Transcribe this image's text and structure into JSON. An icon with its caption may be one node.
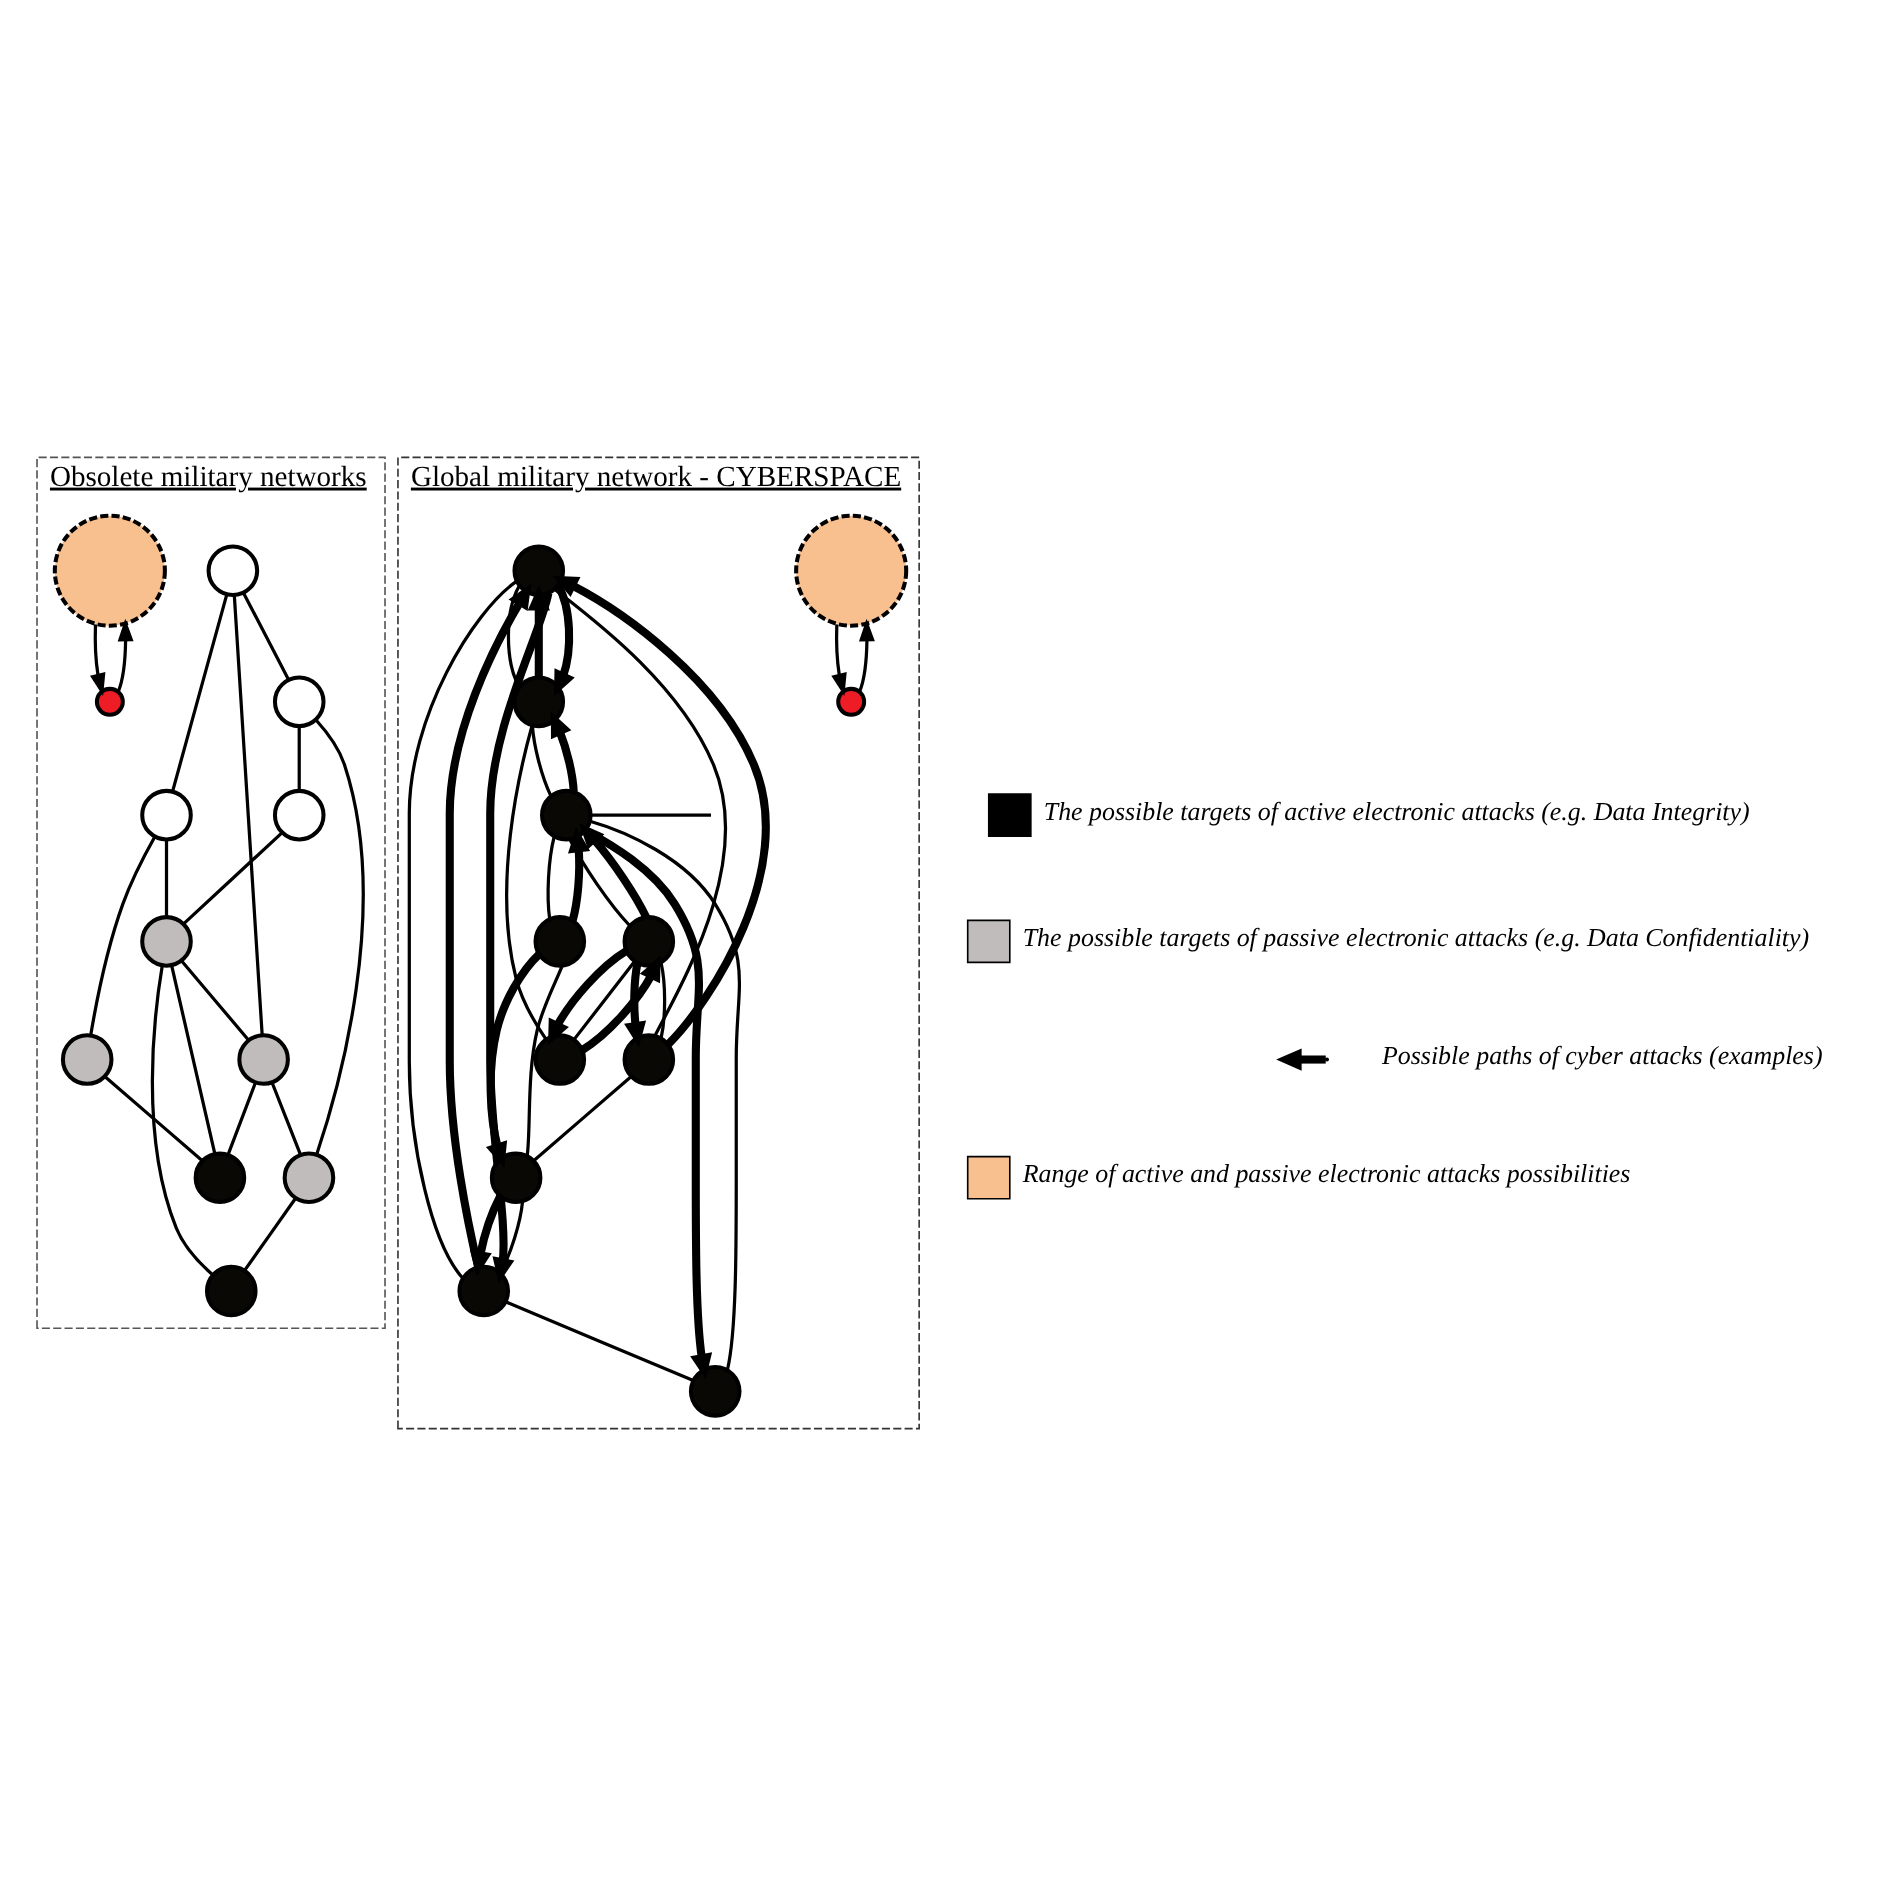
{
  "diagram": {
    "nodes": [
      {
        "text": [
          "Obsolete military networks"
        ]
      },
      {
        "text": [],
        "shape": "circle",
        "in": 0
      },
      {
        "text": [],
        "shape": "circle",
        "in": 0
      },
      {
        "text": [],
        "shape": "circle",
        "in": 0
      },
      {
        "text": [],
        "shape": "circle",
        "in": 0
      },
      {
        "text": [],
        "shape": "circle",
        "in": 0
      },
      {
        "text": [],
        "shape": "circle",
        "in": 0
      },
      {
        "text": [],
        "shape": "circle",
        "in": 0
      },
      {
        "text": [],
        "shape": "circle",
        "in": 0
      },
      {
        "text": [],
        "shape": "circle",
        "in": 0
      },
      {
        "text": [],
        "shape": "circle",
        "in": 0
      },
      {
        "text": [],
        "shape": "circle",
        "in": 0
      },
      {
        "text": [],
        "shape": "circle",
        "in": 0
      },
      {
        "text": [
          "Global military network - CYBERSPACE"
        ]
      },
      {
        "text": [],
        "shape": "circle",
        "in": 13
      },
      {
        "text": [],
        "shape": "circle",
        "in": 13
      },
      {
        "text": [],
        "shape": "circle",
        "in": 13
      },
      {
        "text": [],
        "shape": "circle",
        "in": 13
      },
      {
        "text": [],
        "shape": "circle",
        "in": 13
      },
      {
        "text": [],
        "shape": "circle",
        "in": 13
      },
      {
        "text": [],
        "shape": "circle",
        "in": 13
      },
      {
        "text": [],
        "shape": "circle",
        "in": 13
      },
      {
        "text": [],
        "shape": "circle",
        "in": 13
      },
      {
        "text": [],
        "shape": "circle",
        "in": 13
      },
      {
        "text": [],
        "shape": "circle",
        "in": 13
      },
      {
        "text": [],
        "shape": "circle",
        "in": 13
      }
    ],
    "edges": [
      {
        "from": 1,
        "to": 2,
        "arrow": "none"
      },
      {
        "from": 1,
        "to": 3,
        "arrow": "none"
      },
      {
        "from": 1,
        "to": 7,
        "arrow": "none"
      },
      {
        "from": 3,
        "to": 4,
        "arrow": "none"
      },
      {
        "from": 3,
        "to": 9,
        "arrow": "none"
      },
      {
        "from": 4,
        "to": 6,
        "arrow": "none"
      },
      {
        "from": 2,
        "to": 6,
        "arrow": "none"
      },
      {
        "from": 2,
        "to": 5,
        "arrow": "none"
      },
      {
        "from": 6,
        "to": 7,
        "arrow": "none"
      },
      {
        "from": 6,
        "to": 10,
        "arrow": "none"
      },
      {
        "from": 6,
        "to": 8,
        "arrow": "none"
      },
      {
        "from": 5,
        "to": 8,
        "arrow": "none"
      },
      {
        "from": 7,
        "to": 8,
        "arrow": "none"
      },
      {
        "from": 7,
        "to": 9,
        "arrow": "none"
      },
      {
        "from": 9,
        "to": 10,
        "arrow": "none"
      },
      {
        "from": 12,
        "to": 11,
        "arrow": "to"
      },
      {
        "from": 11,
        "to": 12,
        "arrow": "to"
      },
      {
        "from": 14,
        "to": 15,
        "arrow": "none"
      },
      {
        "from": 14,
        "to": 16,
        "arrow": "none"
      },
      {
        "from": 14,
        "to": 20,
        "arrow": "none"
      },
      {
        "from": 16,
        "to": 17,
        "arrow": "none"
      },
      {
        "from": 16,
        "to": 22,
        "arrow": "none"
      },
      {
        "from": 17,
        "to": 19,
        "arrow": "none"
      },
      {
        "from": 15,
        "to": 19,
        "arrow": "none"
      },
      {
        "from": 15,
        "to": 18,
        "arrow": "none"
      },
      {
        "from": 19,
        "to": 21,
        "arrow": "none"
      },
      {
        "from": 19,
        "to": 23,
        "arrow": "none"
      },
      {
        "from": 19,
        "to": null,
        "arrow": "none"
      },
      {
        "from": 18,
        "to": 21,
        "arrow": "none"
      },
      {
        "from": 20,
        "to": 21,
        "arrow": "none"
      },
      {
        "from": 20,
        "to": 22,
        "arrow": "none"
      },
      {
        "from": 22,
        "to": 23,
        "arrow": "none"
      },
      {
        "from": 15,
        "to": 14,
        "arrow": "to",
        "style": "thick"
      },
      {
        "from": 14,
        "to": 15,
        "arrow": "to",
        "style": "thick"
      },
      {
        "from": 16,
        "to": 14,
        "arrow": "to",
        "style": "thick"
      },
      {
        "from": 14,
        "to": 16,
        "arrow": "to",
        "style": "thick"
      },
      {
        "from": 20,
        "to": 14,
        "arrow": "to",
        "style": "thick"
      },
      {
        "from": 19,
        "to": 15,
        "arrow": "to",
        "style": "thick"
      },
      {
        "from": 19,
        "to": 17,
        "arrow": "to",
        "style": "thick"
      },
      {
        "from": 22,
        "to": 16,
        "arrow": "to",
        "style": "thick"
      },
      {
        "from": 21,
        "to": 20,
        "arrow": "to",
        "style": "thick"
      },
      {
        "from": 21,
        "to": 19,
        "arrow": "to",
        "style": "thick"
      },
      {
        "from": 21,
        "to": 18,
        "arrow": "to",
        "style": "thick"
      },
      {
        "from": 18,
        "to": 21,
        "arrow": "to",
        "style": "thick"
      },
      {
        "from": 23,
        "to": 22,
        "arrow": "to",
        "style": "thick"
      },
      {
        "from": 23,
        "to": 19,
        "arrow": "to",
        "style": "thick"
      },
      {
        "from": 25,
        "to": 24,
        "arrow": "to"
      },
      {
        "from": 24,
        "to": 25,
        "arrow": "to"
      }
    ],
    "legend": [
      {
        "text": "The possible targets of active electronic attacks (e.g. Data Integrity)",
        "color": "#000000"
      },
      {
        "text": "The possible targets of passive electronic attacks (e.g. Data Confidentiality)",
        "color": "#c0bcbc"
      },
      {
        "text": "Possible paths of cyber attacks (examples)"
      },
      {
        "text": "Range of active and passive electronic attacks possibilities",
        "color": "#f9c08f"
      }
    ]
  }
}
